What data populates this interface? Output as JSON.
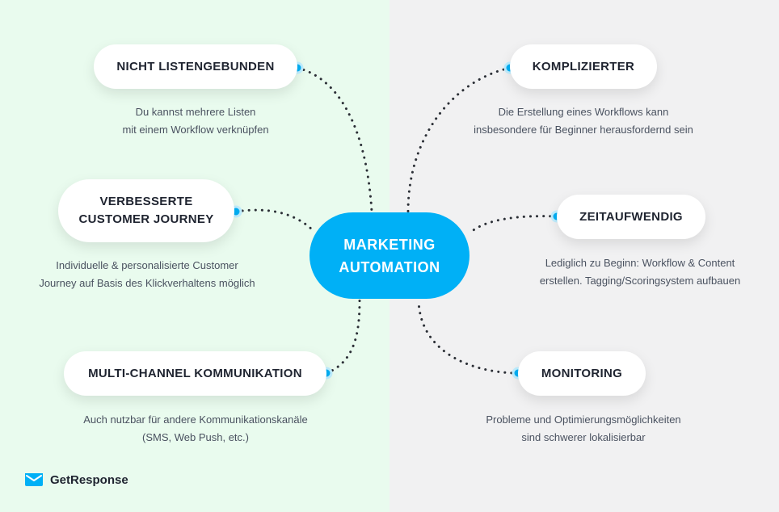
{
  "colors": {
    "left_bg": "#e9fbee",
    "right_bg": "#f1f1f2",
    "accent": "#00b0f6",
    "center_bg": "#00b0f6",
    "dot_line": "#2b2f36"
  },
  "center": {
    "line1": "MARKETING",
    "line2": "AUTOMATION"
  },
  "left": [
    {
      "title": "NICHT LISTENGEBUNDEN",
      "desc1": "Du kannst mehrere Listen",
      "desc2": "mit einem Workflow verknüpfen"
    },
    {
      "title1": "VERBESSERTE",
      "title2": "CUSTOMER JOURNEY",
      "desc1": "Individuelle & personalisierte Customer",
      "desc2": "Journey auf Basis des Klickverhaltens möglich"
    },
    {
      "title": "MULTI-CHANNEL KOMMUNIKATION",
      "desc1": "Auch nutzbar für andere Kommunikationskanäle",
      "desc2": "(SMS, Web Push, etc.)"
    }
  ],
  "right": [
    {
      "title": "KOMPLIZIERTER",
      "desc1": "Die Erstellung eines Workflows kann",
      "desc2": "insbesondere für Beginner herausfordernd sein"
    },
    {
      "title": "ZEITAUFWENDIG",
      "desc1": "Lediglich zu Beginn: Workflow & Content",
      "desc2": "erstellen. Tagging/Scoringsystem aufbauen"
    },
    {
      "title": "MONITORING",
      "desc1": "Probleme und Optimierungsmöglichkeiten",
      "desc2": "sind schwerer lokalisierbar"
    }
  ],
  "logo": {
    "text": "GetResponse",
    "icon": "envelope-icon"
  }
}
